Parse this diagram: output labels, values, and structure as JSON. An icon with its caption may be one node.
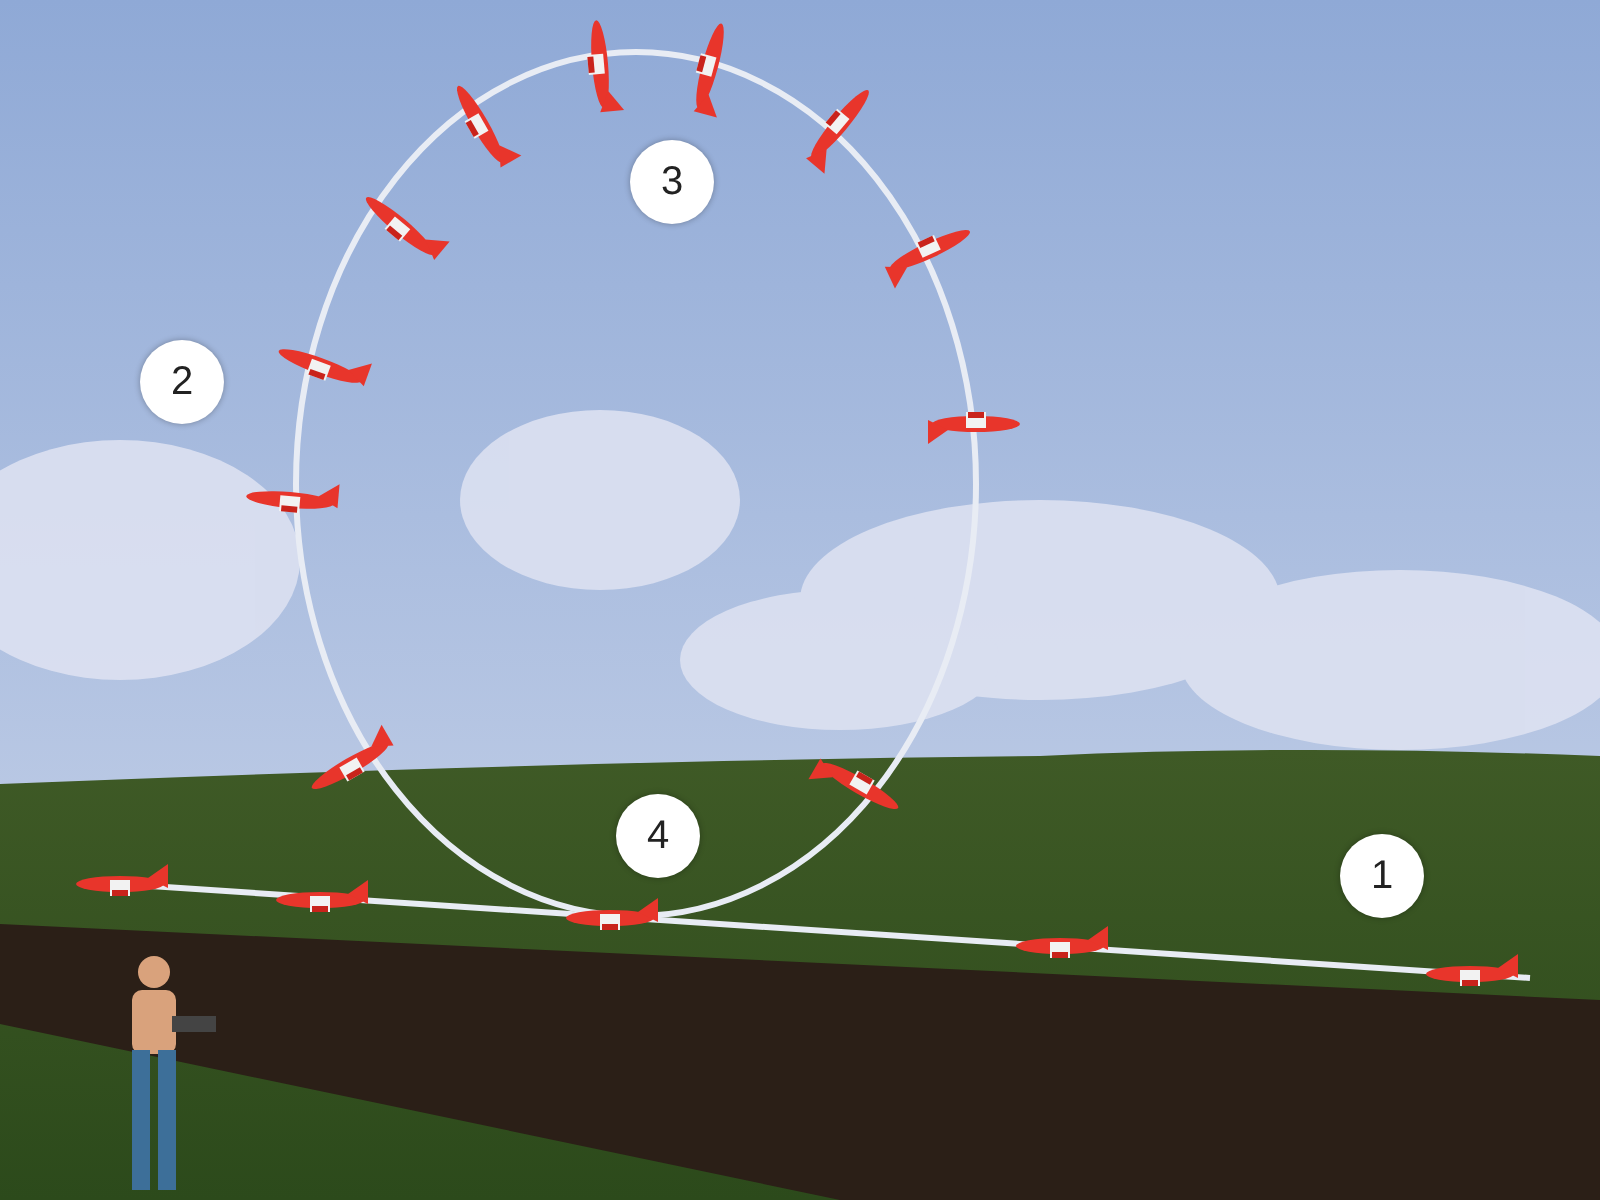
{
  "diagram": {
    "labels": [
      "3",
      "2",
      "4",
      "1"
    ]
  }
}
